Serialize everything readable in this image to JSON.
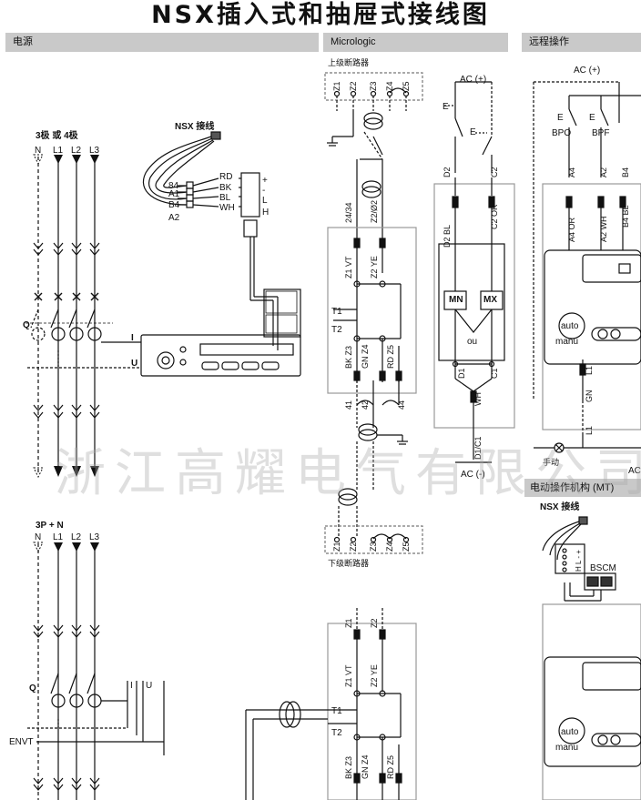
{
  "title": "NSX插入式和抽屉式接线图",
  "watermark": "浙江高耀电气有限公司",
  "sections": {
    "power": "电源",
    "micrologic": "Micrologic",
    "remote": "远程操作",
    "motor": "电动操作机构 (MT)"
  },
  "labels": {
    "poles_3_4": "3极 或 4极",
    "poles_3pn": "3P + N",
    "n": "N",
    "l1": "L1",
    "l2": "L2",
    "l3": "L3",
    "q": "Q",
    "i": "I",
    "u": "U",
    "envt": "ENVT",
    "nsx_wire": "NSX 接线",
    "nsx_connect": "NSX 接线",
    "rd": "RD",
    "bk": "BK",
    "bl": "BL",
    "wh": "WH",
    "plus": "+",
    "minus": "-",
    "l": "L",
    "h": "H",
    "t84": "84",
    "ta1": "A1",
    "tb4": "B4",
    "ta2": "A2",
    "upstream": "上级断路器",
    "downstream": "下级断路器",
    "ac_plus": "AC (+)",
    "ac_minus": "AC (-)",
    "e": "E",
    "d2": "D2",
    "c2": "C2",
    "d2bl": "D2  BL",
    "c2or": "C2  OR",
    "mn": "MN",
    "mx": "MX",
    "ou": "ou",
    "d1": "D1",
    "c1": "C1",
    "wh_v": "WH",
    "d1c1": "D1/C1",
    "z1": "Z1",
    "z2": "Z2",
    "z3": "Z3",
    "z4": "Z4",
    "z5": "Z5",
    "n2434": "24/34",
    "z2o2": "Z2/Ø2",
    "z1vt": "Z1  VT",
    "z2ye": "Z2  YE",
    "t1": "T1",
    "t2": "T2",
    "bkz3": "BK  Z3",
    "gnz4": "GN  Z4",
    "rdz5": "RD  Z5",
    "n41": "41",
    "n42": "42",
    "n44": "44",
    "bpo": "BPO",
    "bpf": "BPF",
    "a4": "A4",
    "a2": "A2",
    "b4": "B4",
    "a4or": "A4  OR",
    "a2wh": "A2  WH",
    "b4bl": "B4  BL",
    "auto": "auto",
    "manu": "manu",
    "l1v": "L1",
    "gn": "GN",
    "hand": "手动",
    "bscm": "BSCM",
    "hl": "H L - +",
    "ac_cut": "AC"
  },
  "colors": {
    "line": "#111111",
    "header_bg": "#c9c9c9",
    "box": "#999999"
  }
}
